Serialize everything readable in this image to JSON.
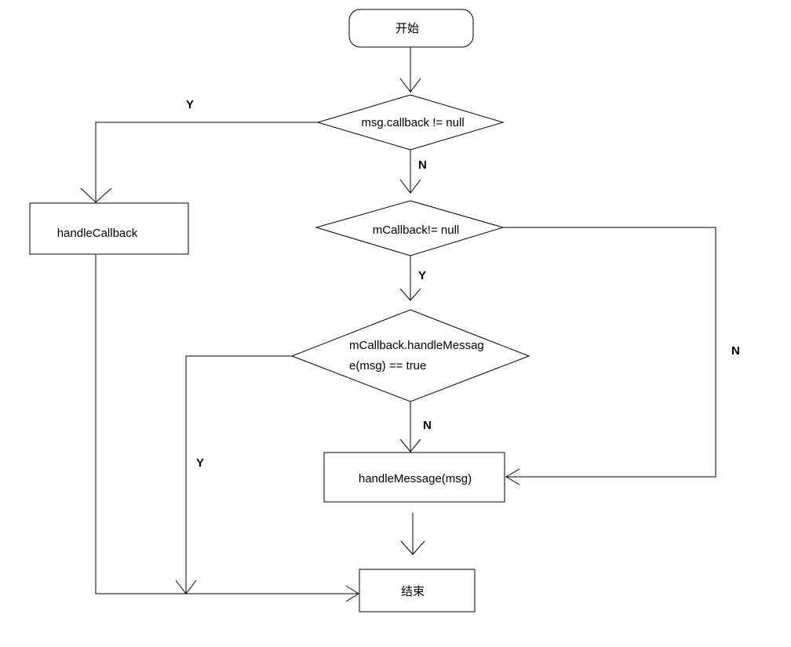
{
  "nodes": {
    "start": "开始",
    "cond_msg_callback": "msg.callback != null",
    "handle_callback": "handleCallback",
    "cond_mcallback": "mCallback!= null",
    "cond_handle_message_line1": "mCallback.handleMessag",
    "cond_handle_message_line2": "e(msg) == true",
    "handle_message": "handleMessage(msg)",
    "end": "结束"
  },
  "edges": {
    "cond1_yes": "Y",
    "cond1_no": "N",
    "cond2_yes": "Y",
    "cond2_no": "N",
    "cond3_yes": "Y",
    "cond3_no": "N"
  }
}
